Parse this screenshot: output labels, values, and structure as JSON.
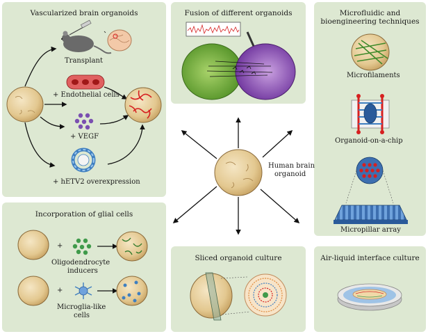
{
  "panels": {
    "vascularized": {
      "title": "Vascularized brain organoids",
      "transplant": "Transplant",
      "endothelial": "+ Endothelial cells",
      "vegf": "+ VEGF",
      "etv2": "+ hETV2 overexpression"
    },
    "fusion": {
      "title": "Fusion of different organoids"
    },
    "microfluidic": {
      "title_line1": "Microfluidic and",
      "title_line2": "bioengineering techniques",
      "microfilaments": "Microfilaments",
      "chip": "Organoid-on-a-chip",
      "micropillar": "Micropillar array"
    },
    "glial": {
      "title": "Incorporation of glial cells",
      "oligo_line1": "Oligodendrocyte",
      "oligo_line2": "inducers",
      "microglia_line1": "Microglia-like",
      "microglia_line2": "cells",
      "plus": "+"
    },
    "sliced": {
      "title": "Sliced organoid culture"
    },
    "airliquid": {
      "title": "Air-liquid interface culture"
    },
    "center": {
      "line1": "Human brain",
      "line2": "organoid"
    }
  },
  "colors": {
    "panel_bg": "#dde8d2",
    "organoid_fill": "#e9d3a3",
    "organoid_stroke": "#8a6a3a",
    "vessel_red": "#d62020",
    "vegf_purple": "#7a4fb0",
    "oligo_green": "#3f9a4a",
    "microglia_blue": "#3f7fc0",
    "fusion_green": "#6aa83a",
    "fusion_purple": "#8a4fb0"
  }
}
